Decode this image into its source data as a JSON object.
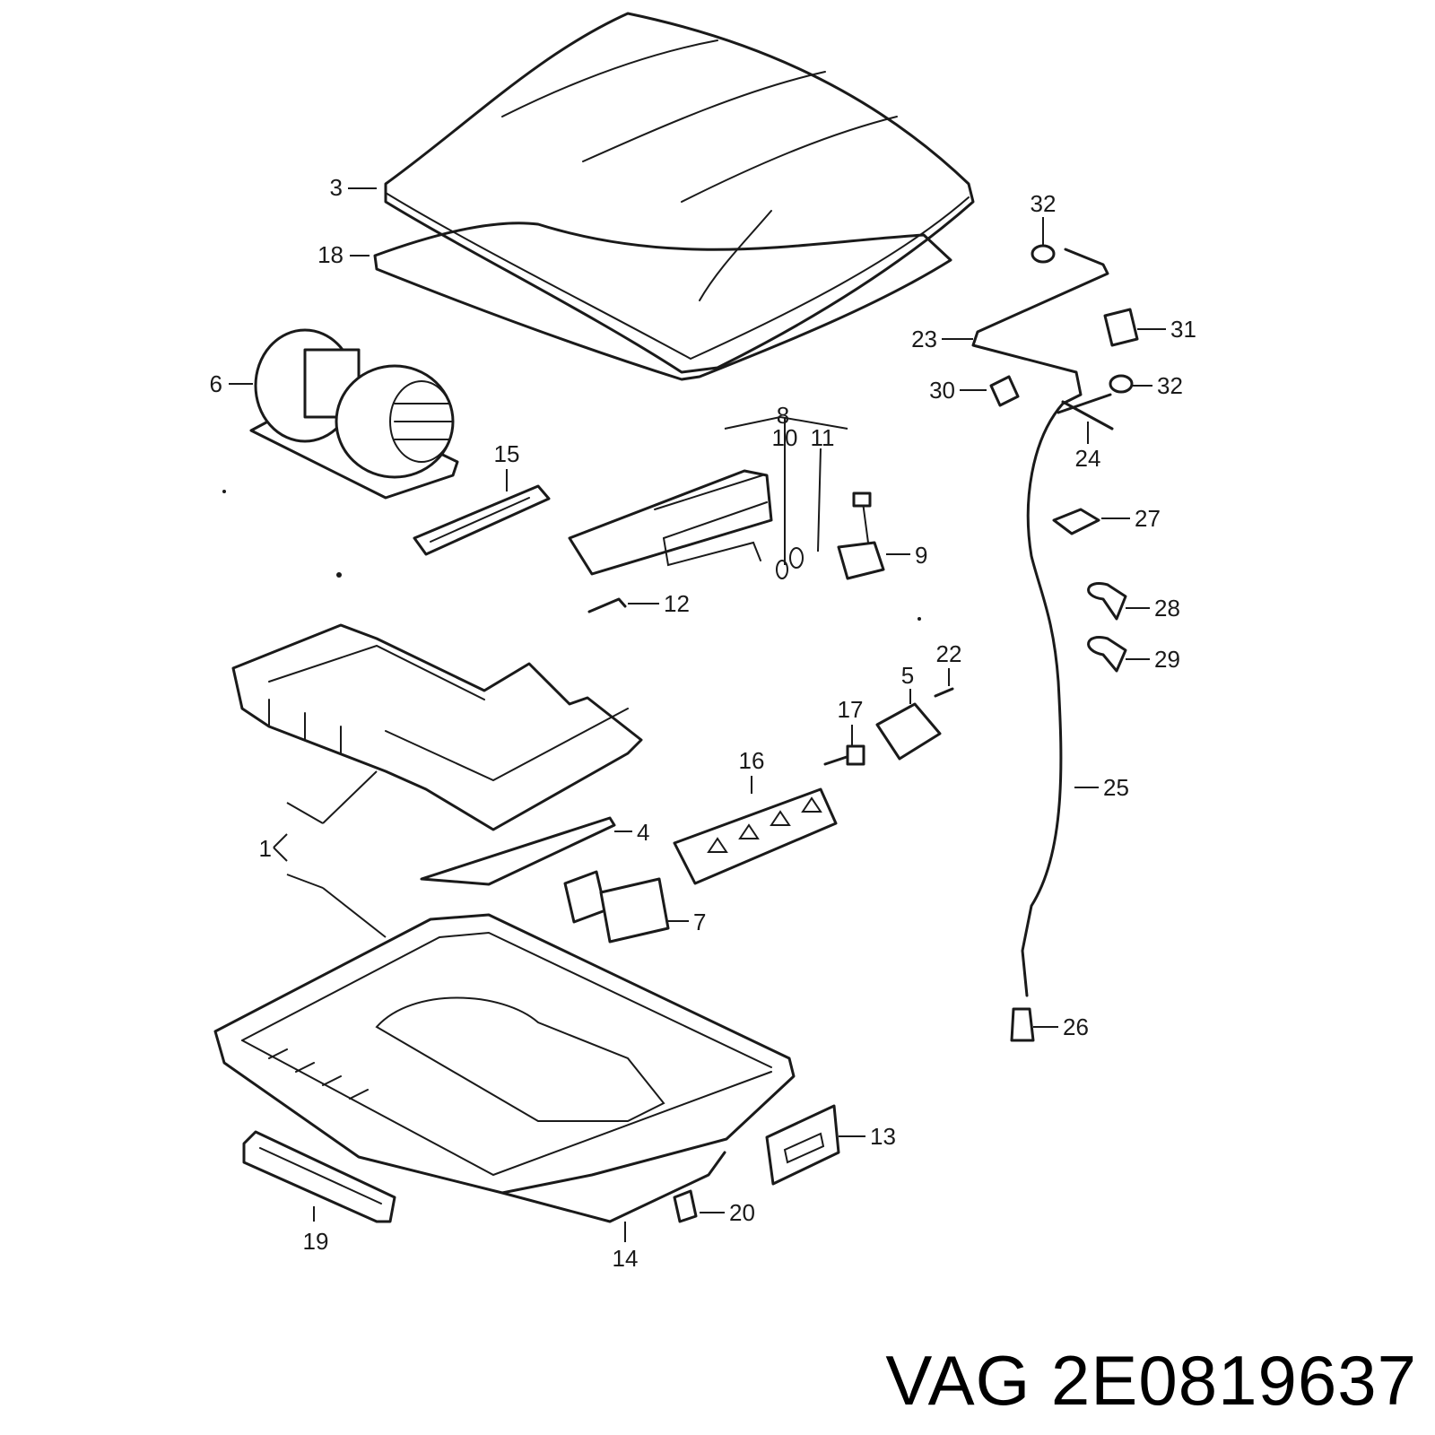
{
  "part_code": "VAG 2E0819637",
  "callouts": {
    "c1": "1",
    "c3": "3",
    "c4": "4",
    "c5": "5",
    "c6": "6",
    "c7": "7",
    "c8": "8",
    "c9": "9",
    "c10": "10",
    "c11": "11",
    "c12": "12",
    "c13": "13",
    "c14": "14",
    "c15": "15",
    "c16": "16",
    "c17": "17",
    "c18": "18",
    "c19": "19",
    "c20": "20",
    "c22": "22",
    "c23": "23",
    "c24": "24",
    "c25": "25",
    "c26": "26",
    "c27": "27",
    "c28": "28",
    "c29": "29",
    "c30": "30",
    "c31": "31",
    "c32a": "32",
    "c32b": "32"
  }
}
